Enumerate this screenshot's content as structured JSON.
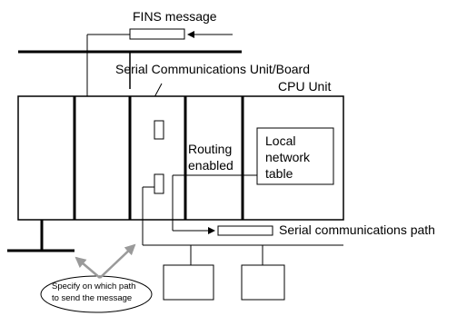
{
  "labels": {
    "fins_message": "FINS message",
    "scu_board": "Serial Communications Unit/Board",
    "cpu_unit": "CPU Unit",
    "routing_line1": "Routing",
    "routing_line2": "enabled",
    "local_line1": "Local",
    "local_line2": "network",
    "local_line3": "table",
    "serial_path": "Serial communications path",
    "callout_line1": "Specify on which path",
    "callout_line2": "to send the message"
  },
  "colors": {
    "line": "#000000",
    "arrow_gray": "#9a9a9a"
  }
}
